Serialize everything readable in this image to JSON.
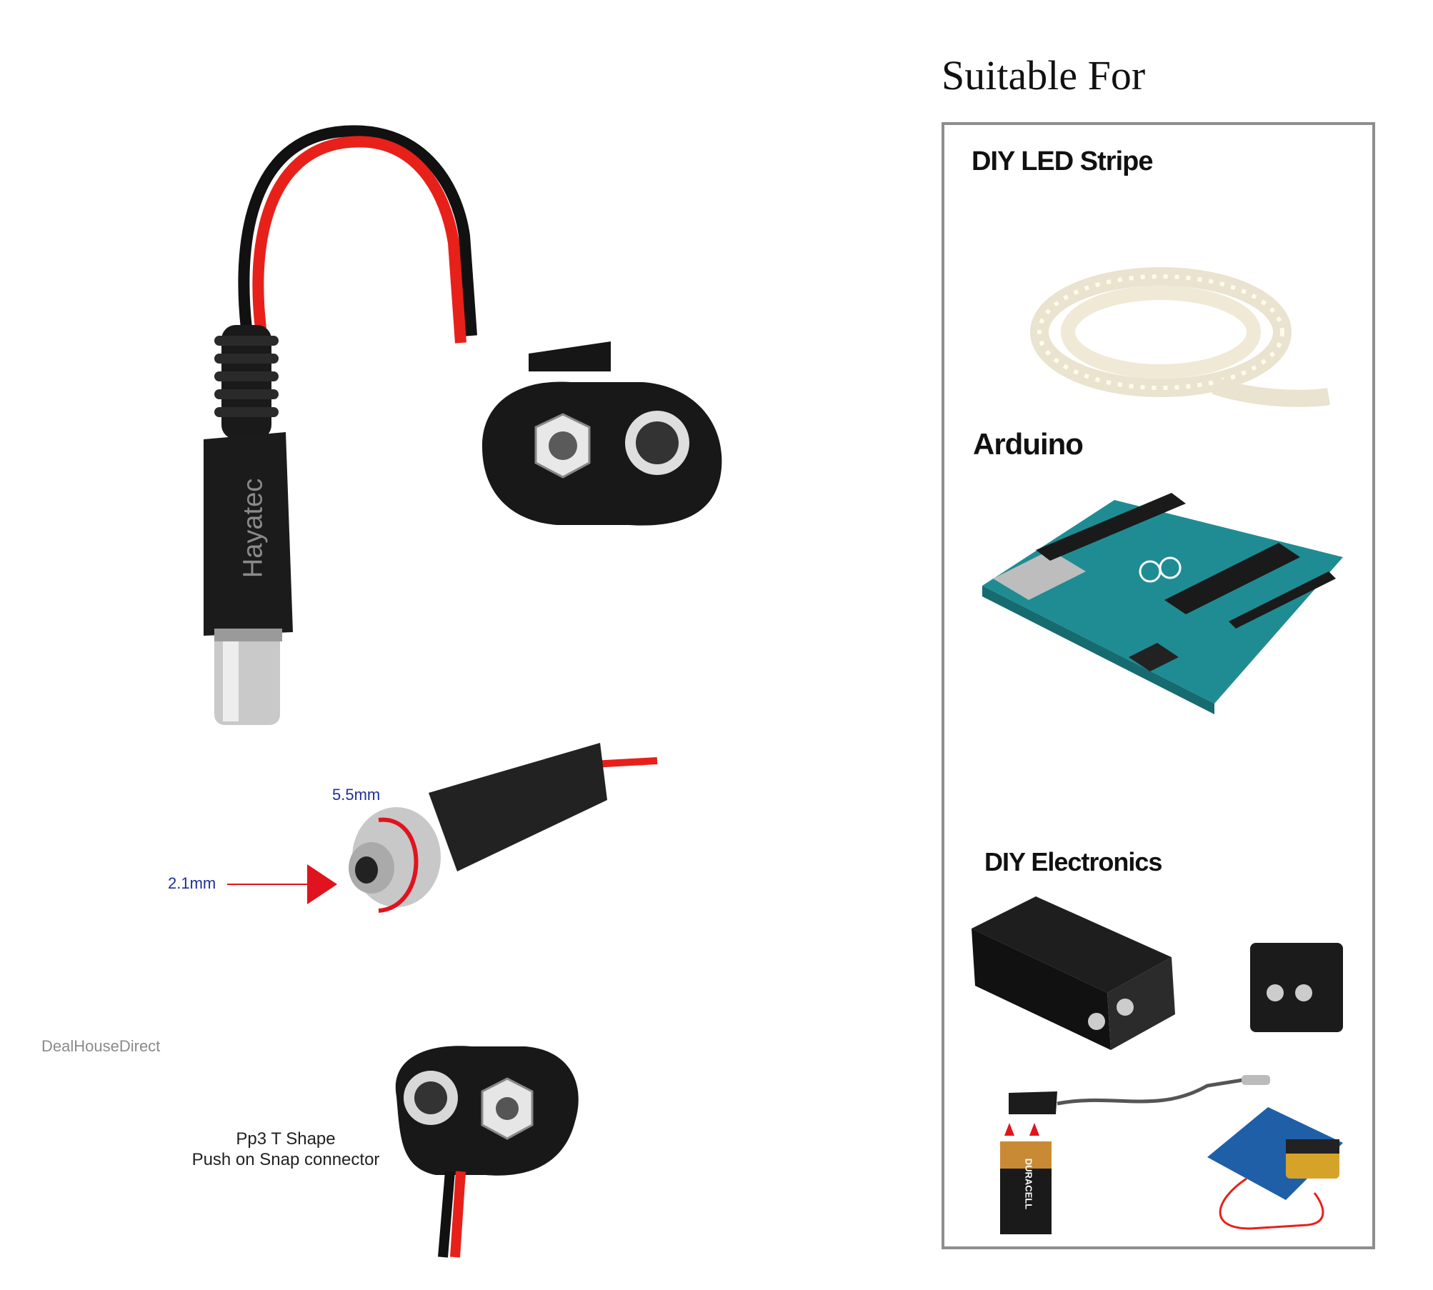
{
  "left": {
    "brand_text": "Hayatec",
    "dim_outer": "5.5mm",
    "dim_inner": "2.1mm",
    "watermark": "DealHouseDirect",
    "snap_caption_line1": "Pp3 T Shape",
    "snap_caption_line2": "Push on Snap connector"
  },
  "right": {
    "heading": "Suitable For",
    "sections": [
      {
        "title": "DIY LED Stripe"
      },
      {
        "title": "Arduino"
      },
      {
        "title": "DIY Electronics"
      }
    ],
    "duracell_label": "DURACELL"
  },
  "colors": {
    "wire_red": "#e8201a",
    "wire_black": "#111111",
    "arrow_red": "#e0141e",
    "dim_blue": "#1f2f9a",
    "board_teal": "#1f8c93",
    "panel_border": "#8e8e8e"
  }
}
